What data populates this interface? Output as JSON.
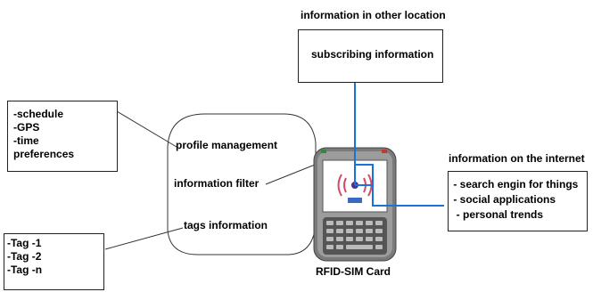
{
  "title_top": "information in other location",
  "subscribing_box": "subscribing information",
  "left_top_box": [
    "-schedule",
    "-GPS",
    "-time",
    "preferences"
  ],
  "bubble_items": [
    "profile management",
    "information filter",
    "tags information"
  ],
  "left_bottom_box": [
    "-Tag -1",
    "-Tag -2",
    "-Tag -n"
  ],
  "internet_title": "information on the internet",
  "internet_box": [
    " - search engin for things",
    " - social applications",
    "  - personal trends"
  ],
  "phone_caption": "RFID-SIM Card",
  "colors": {
    "signal_line": "#1a73d9",
    "phone_body": "#6b6b6b"
  }
}
